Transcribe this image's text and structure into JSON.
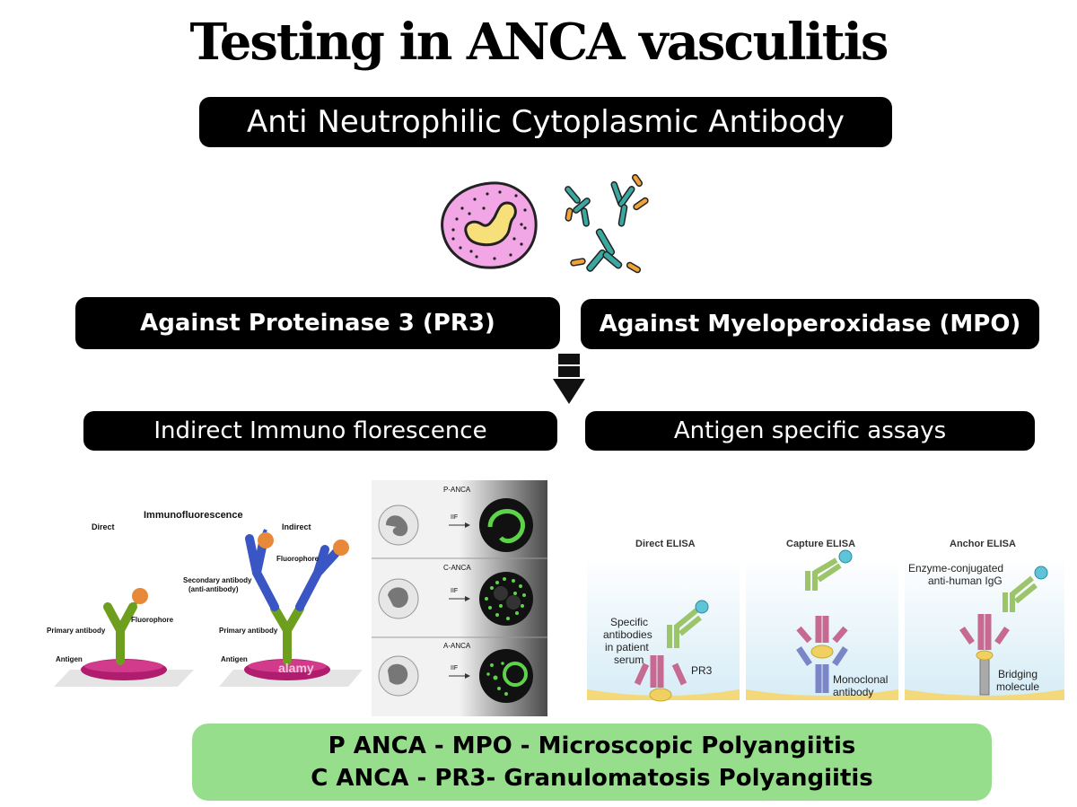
{
  "title": "Testing in ANCA vasculitis",
  "subtitle": "Anti Neutrophilic Cytoplasmic Antibody",
  "targets": {
    "left": "Against Proteinase 3 (PR3)",
    "right": "Against Myeloperoxidase (MPO)"
  },
  "methods": {
    "left": "Indirect Immuno florescence",
    "right": "Antigen specific assays"
  },
  "if_figure": {
    "heading": "Immunofluorescence",
    "direct": "Direct",
    "indirect": "Indirect",
    "fluorophore": "Fluorophore",
    "secondary_antibody": "Secondary antibody",
    "anti_antibody": "(anti-antibody)",
    "primary_antibody": "Primary antibody",
    "antigen": "Antigen",
    "watermark": "alamy"
  },
  "anca_panels": [
    {
      "label": "P-ANCA",
      "method": "IIF"
    },
    {
      "label": "C-ANCA",
      "method": "IIF"
    },
    {
      "label": "A-ANCA",
      "method": "IIF"
    }
  ],
  "elisa": {
    "direct_title": "Direct ELISA",
    "capture_title": "Capture ELISA",
    "anchor_title": "Anchor ELISA",
    "specific_antibodies": [
      "Specific",
      "antibodies",
      "in patient",
      "serum"
    ],
    "pr3": "PR3",
    "monoclonal": [
      "Monoclonal",
      "antibody"
    ],
    "enzyme": [
      "Enzyme-conjugated",
      "anti-human IgG"
    ],
    "bridging": [
      "Bridging",
      "molecule"
    ]
  },
  "summary": {
    "line1": "P ANCA - MPO - Microscopic Polyangiitis",
    "line2": "C ANCA - PR3- Granulomatosis Polyangiitis"
  },
  "colors": {
    "pill": "#000000",
    "summary_bg": "#97de8c",
    "neutrophil": "#f3a6e6",
    "nucleus": "#f7e07a",
    "antibody_teal": "#3aa8a0",
    "antibody_orange": "#f0a23a"
  }
}
